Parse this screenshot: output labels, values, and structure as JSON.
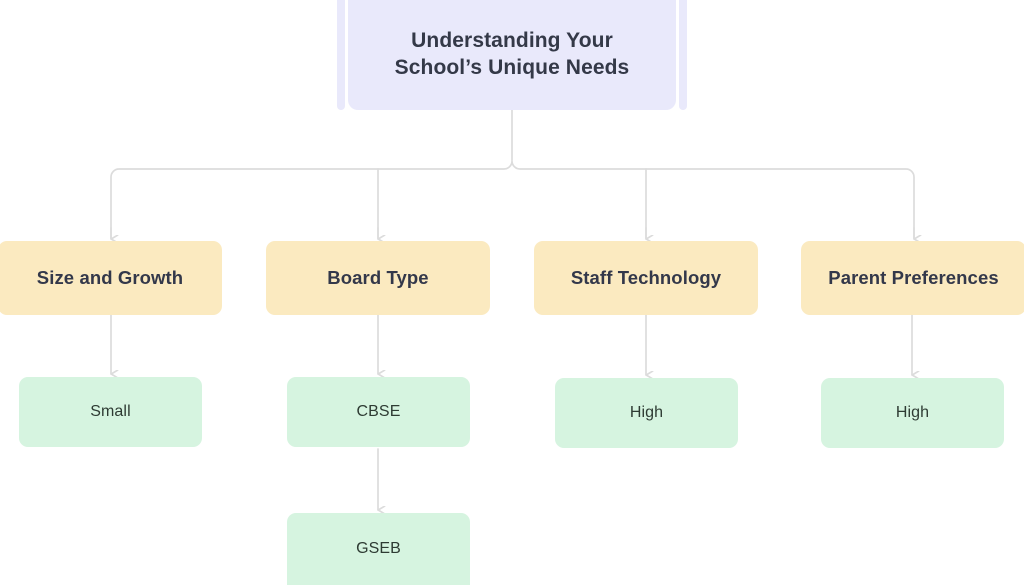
{
  "diagram": {
    "type": "flowchart",
    "orientation": "top-down",
    "title": "Understanding Your School’s Unique Needs",
    "colors": {
      "root_fill": "#e9e9fb",
      "category_fill": "#fbeac0",
      "value_fill": "#d6f4e0",
      "connector": "#dcdcdc",
      "text": "#2f3341",
      "background": "#ffffff"
    },
    "root": {
      "id": "root",
      "line1": "Understanding Your",
      "line2": "School’s Unique Needs",
      "full_label": "Understanding Your School’s Unique Needs"
    },
    "categories": [
      {
        "id": "cat-size-and-growth",
        "label": "Size and Growth"
      },
      {
        "id": "cat-board-type",
        "label": "Board Type"
      },
      {
        "id": "cat-staff-technology",
        "label": "Staff Technology"
      },
      {
        "id": "cat-parent-preferences",
        "label": "Parent Preferences"
      }
    ],
    "values": [
      {
        "id": "val-small",
        "label": "Small",
        "parent": "cat-size-and-growth"
      },
      {
        "id": "val-cbse",
        "label": "CBSE",
        "parent": "cat-board-type"
      },
      {
        "id": "val-high-staff",
        "label": "High",
        "parent": "cat-staff-technology"
      },
      {
        "id": "val-high-parent",
        "label": "High",
        "parent": "cat-parent-preferences"
      }
    ],
    "sub_values": [
      {
        "id": "val-gseb",
        "label": "GSEB",
        "parent": "val-cbse"
      }
    ],
    "edges": [
      {
        "from": "root",
        "to": "cat-size-and-growth"
      },
      {
        "from": "root",
        "to": "cat-board-type"
      },
      {
        "from": "root",
        "to": "cat-staff-technology"
      },
      {
        "from": "root",
        "to": "cat-parent-preferences"
      },
      {
        "from": "cat-size-and-growth",
        "to": "val-small"
      },
      {
        "from": "cat-board-type",
        "to": "val-cbse"
      },
      {
        "from": "cat-staff-technology",
        "to": "val-high-staff"
      },
      {
        "from": "cat-parent-preferences",
        "to": "val-high-parent"
      },
      {
        "from": "val-cbse",
        "to": "val-gseb"
      }
    ]
  }
}
